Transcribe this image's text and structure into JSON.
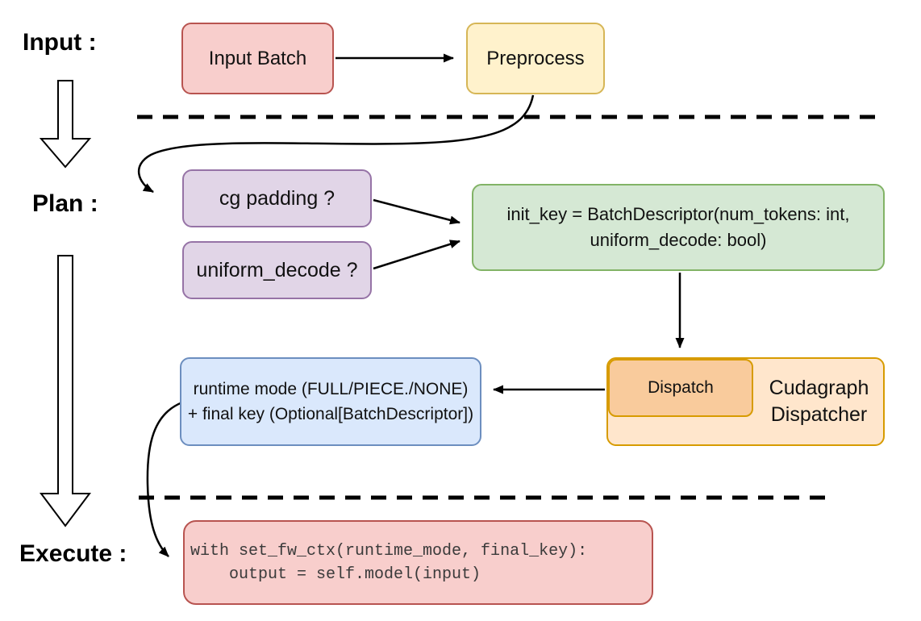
{
  "stages": {
    "input_label": "Input :",
    "plan_label": "Plan :",
    "execute_label": "Execute :"
  },
  "nodes": {
    "input_batch": {
      "label": "Input Batch"
    },
    "preprocess": {
      "label": "Preprocess"
    },
    "cg_padding": {
      "label": "cg padding ?"
    },
    "uniform_decode": {
      "label": "uniform_decode ?"
    },
    "init_key": {
      "line1": "init_key = BatchDescriptor(num_tokens: int,",
      "line2": "uniform_decode: bool)"
    },
    "dispatch": {
      "label": "Dispatch"
    },
    "cudagraph_dispatcher": {
      "line1": "Cudagraph",
      "line2": "Dispatcher"
    },
    "runtime_result": {
      "line1": "runtime mode (FULL/PIECE./NONE)",
      "line2": "+ final key (Optional[BatchDescriptor])"
    },
    "execute_code": {
      "line1": "with set_fw_ctx(runtime_mode, final_key):",
      "line2": "    output = self.model(input)"
    }
  },
  "colors": {
    "red_fill": "#f8cecc",
    "red_stroke": "#b85450",
    "yellow_fill": "#fff2cc",
    "yellow_stroke": "#d6b656",
    "purple_fill": "#e1d5e7",
    "purple_stroke": "#9673a6",
    "green_fill": "#d5e8d4",
    "green_stroke": "#82b366",
    "orange_fill": "#ffe6cc",
    "orange_inner_fill": "#f9cb9c",
    "orange_stroke": "#d79b00",
    "blue_fill": "#dae8fc",
    "blue_stroke": "#6c8ebf",
    "connector": "#000000"
  }
}
